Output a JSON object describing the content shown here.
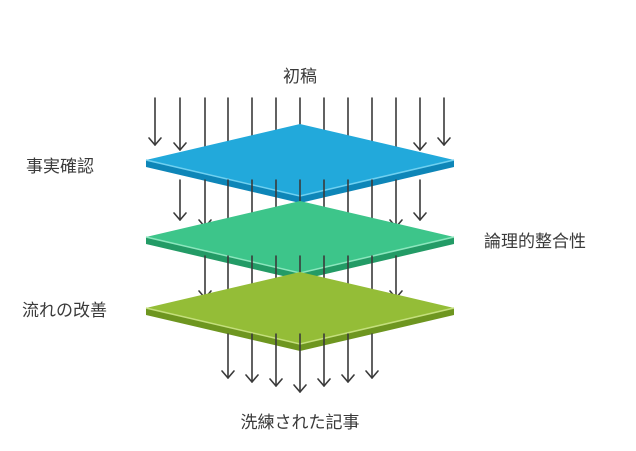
{
  "labels": {
    "top": "初稿",
    "layer1": "事実確認",
    "layer2": "論理的整合性",
    "layer3": "流れの改善",
    "bottom": "洗練された記事"
  },
  "layers": [
    {
      "name": "事実確認",
      "top_color": "#22a9db",
      "side_color": "#0e86b8",
      "edge_color": "#6fd0f0"
    },
    {
      "name": "論理的整合性",
      "top_color": "#3dc58a",
      "side_color": "#239b66",
      "edge_color": "#8be6bd"
    },
    {
      "name": "流れの改善",
      "top_color": "#94bd37",
      "side_color": "#6e9620",
      "edge_color": "#c4df7c"
    }
  ],
  "arrow_color": "#3a3a3a"
}
